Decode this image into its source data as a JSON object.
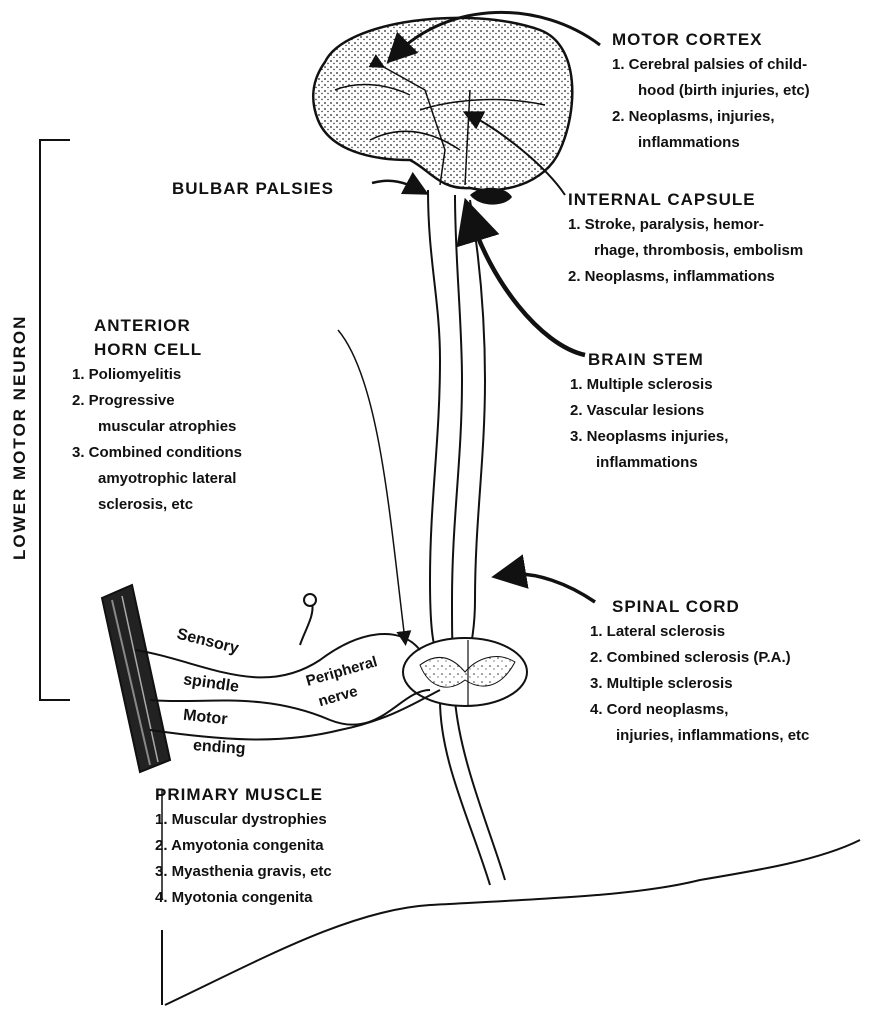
{
  "labels": {
    "motor_cortex": {
      "title": "MOTOR CORTEX",
      "items": [
        "1. Cerebral palsies of child-",
        "hood (birth injuries, etc)",
        "2. Neoplasms, injuries,",
        "inflammations"
      ]
    },
    "bulbar": {
      "title": "BULBAR PALSIES"
    },
    "internal_capsule": {
      "title": "INTERNAL CAPSULE",
      "items": [
        "1. Stroke, paralysis, hemor-",
        "rhage, thrombosis, embolism",
        "2. Neoplasms, inflammations"
      ]
    },
    "anterior_horn": {
      "title_1": "ANTERIOR",
      "title_2": "HORN CELL",
      "items": [
        "1. Poliomyelitis",
        "2. Progressive",
        "muscular atrophies",
        "3. Combined conditions",
        "amyotrophic lateral",
        "sclerosis, etc"
      ]
    },
    "brain_stem": {
      "title": "BRAIN STEM",
      "items": [
        "1. Multiple sclerosis",
        "2. Vascular lesions",
        "3. Neoplasms injuries,",
        "inflammations"
      ]
    },
    "spinal_cord": {
      "title": "SPINAL CORD",
      "items": [
        "1. Lateral sclerosis",
        "2. Combined sclerosis (P.A.)",
        "3. Multiple sclerosis",
        "4. Cord neoplasms,",
        "injuries, inflammations, etc"
      ]
    },
    "primary_muscle": {
      "title": "PRIMARY MUSCLE",
      "items": [
        "1. Muscular dystrophies",
        "2. Amyotonia congenita",
        "3. Myasthenia gravis, etc",
        "4. Myotonia congenita"
      ]
    },
    "lower_motor_neuron": "LOWER MOTOR NEURON",
    "sensory": "Sensory",
    "spindle": "spindle",
    "motor": "Motor",
    "ending": "ending",
    "peripheral": "Peripheral",
    "nerve": "nerve"
  }
}
